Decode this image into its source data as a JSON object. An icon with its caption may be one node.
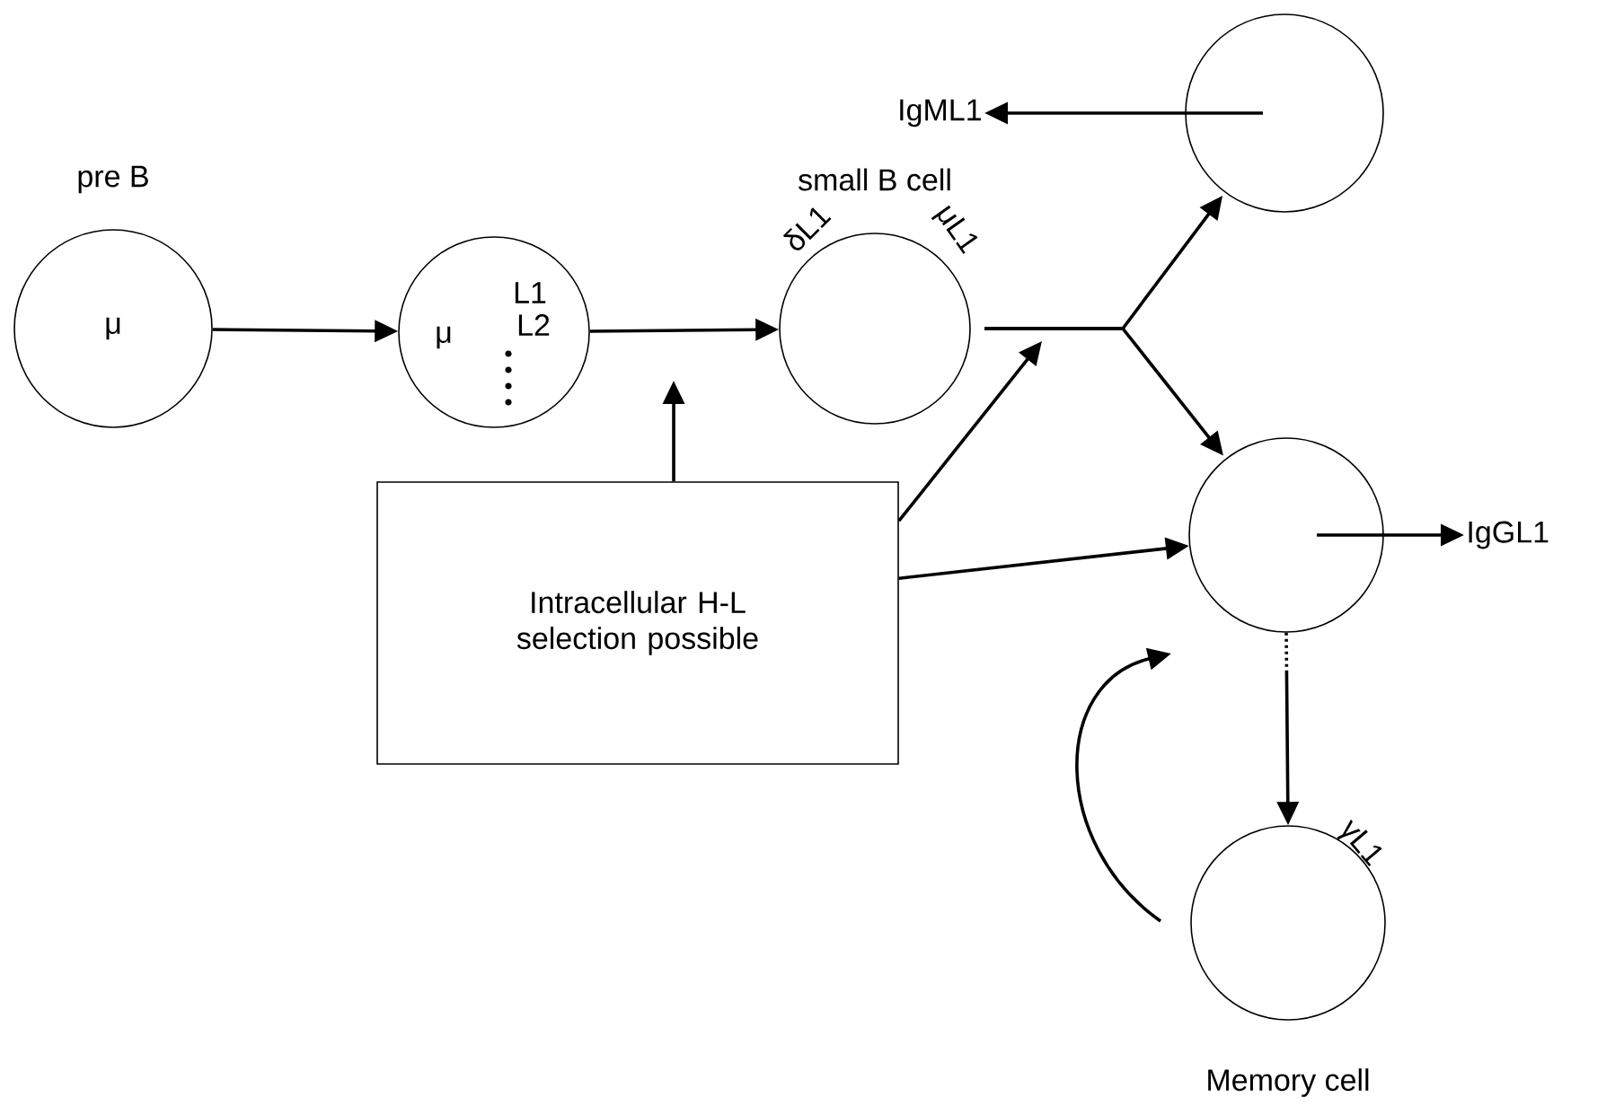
{
  "diagram": {
    "nodes": [
      {
        "text": [
          "μ"
        ],
        "beside": [
          "pre B"
        ]
      },
      {
        "text": [
          "μ",
          "L1",
          "L2"
        ]
      },
      {
        "text": [],
        "shape": "circle",
        "beside": [
          "small B cell",
          "δL1",
          "μL1"
        ]
      },
      {
        "text": [],
        "shape": "circle"
      },
      {
        "text": [
          "IgML1"
        ]
      },
      {
        "text": [],
        "shape": "circle"
      },
      {
        "text": [
          "IgGL1"
        ]
      },
      {
        "text": [],
        "shape": "circle",
        "beside": [
          "γL1",
          "Memory cell"
        ]
      },
      {
        "text": [
          "Intracellular H-L selection possible"
        ]
      }
    ],
    "edges": [
      {
        "from": 0,
        "to": 1,
        "arrow": "to"
      },
      {
        "from": 1,
        "to": 2,
        "arrow": "to"
      },
      {
        "from": 8,
        "to": null,
        "arrow": "to"
      },
      {
        "from": 8,
        "to": null,
        "arrow": "to"
      },
      {
        "from": 8,
        "to": 5,
        "arrow": "to"
      },
      {
        "from": 2,
        "to": 3,
        "arrow": "to"
      },
      {
        "from": 2,
        "to": 5,
        "arrow": "to"
      },
      {
        "from": 3,
        "to": 4,
        "arrow": "to"
      },
      {
        "from": 5,
        "to": 6,
        "arrow": "to"
      },
      {
        "from": 5,
        "to": 7,
        "arrow": "to",
        "style": "dashed"
      },
      {
        "from": 7,
        "to": 5,
        "arrow": "to"
      }
    ]
  }
}
